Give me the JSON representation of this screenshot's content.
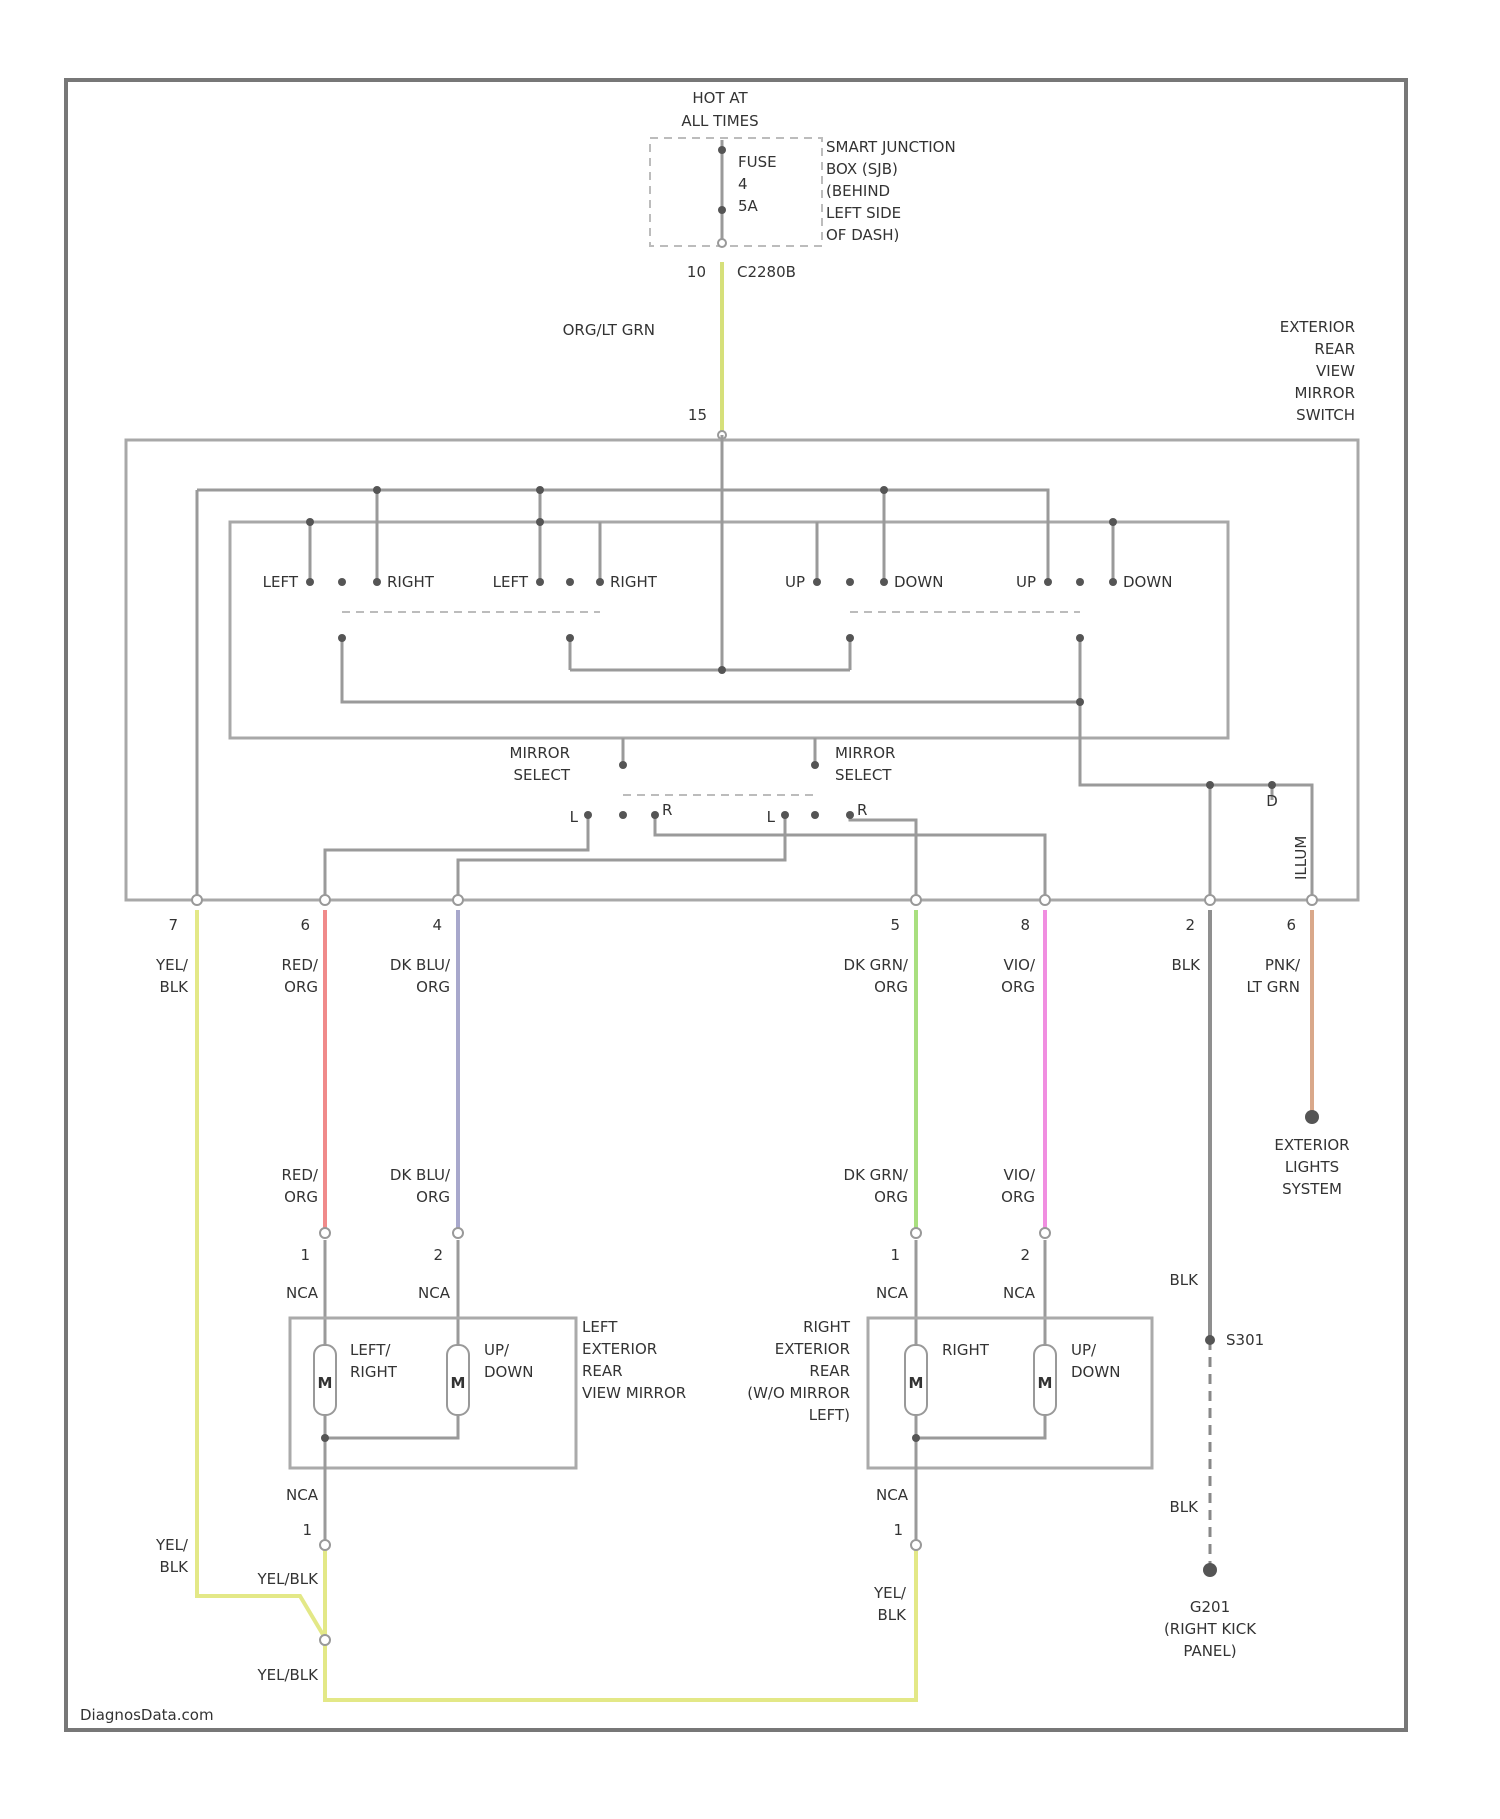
{
  "diagram": {
    "fuse": {
      "hot": [
        "HOT AT",
        "ALL TIMES"
      ],
      "fuse_lines": [
        "FUSE",
        "4",
        "5A"
      ],
      "junction_box": [
        "SMART JUNCTION",
        "BOX (SJB)",
        "(BEHIND",
        "LEFT SIDE",
        "OF DASH)"
      ],
      "pin_out": "10",
      "connector": "C2280B"
    },
    "feed_wire": "ORG/LT GRN",
    "switch": {
      "name_lines": [
        "EXTERIOR",
        "REAR",
        "VIEW",
        "MIRROR",
        "SWITCH"
      ],
      "pin_in": "15",
      "contacts": [
        "LEFT",
        "RIGHT",
        "LEFT",
        "RIGHT",
        "UP",
        "DOWN",
        "UP",
        "DOWN"
      ],
      "mirror_select": [
        "MIRROR",
        "SELECT"
      ],
      "select_positions": [
        "L",
        "R",
        "L",
        "R"
      ],
      "illum": "ILLUM",
      "illum_pin": "D"
    },
    "output_pins": [
      "7",
      "6",
      "4",
      "5",
      "8",
      "2",
      "6"
    ],
    "wires_upper": [
      [
        "YEL/",
        "BLK"
      ],
      [
        "RED/",
        "ORG"
      ],
      [
        "DK BLU/",
        "ORG"
      ],
      [
        "DK GRN/",
        "ORG"
      ],
      [
        "VIO/",
        "ORG"
      ],
      [
        "BLK"
      ],
      [
        "PNK/",
        "LT GRN"
      ]
    ],
    "wires_lower": [
      [
        "RED/",
        "ORG"
      ],
      [
        "DK BLU/",
        "ORG"
      ],
      [
        "DK GRN/",
        "ORG"
      ],
      [
        "VIO/",
        "ORG"
      ]
    ],
    "motor_pins": [
      "1",
      "2",
      "1",
      "2"
    ],
    "nca": "NCA",
    "left_mirror": {
      "name_lines": [
        "LEFT",
        "EXTERIOR",
        "REAR",
        "VIEW MIRROR"
      ],
      "motors": [
        [
          "LEFT/",
          "RIGHT"
        ],
        [
          "UP/",
          "DOWN"
        ]
      ],
      "motor_symbol": "M",
      "return_pin": "1"
    },
    "right_mirror": {
      "name_lines": [
        "RIGHT",
        "EXTERIOR",
        "REAR",
        "(W/O MIRROR",
        "LEFT)"
      ],
      "motors": [
        [
          "RIGHT"
        ],
        [
          "UP/",
          "DOWN"
        ]
      ],
      "motor_symbol": "M",
      "return_pin": "1"
    },
    "ground": {
      "wire": "BLK",
      "splice": "S301",
      "wire2": "BLK",
      "point": [
        "G201",
        "(RIGHT KICK",
        "PANEL)"
      ]
    },
    "exterior_lights": [
      "EXTERIOR",
      "LIGHTS",
      "SYSTEM"
    ],
    "bottom_wires": [
      "YEL/",
      "BLK",
      "YEL/BLK",
      "YEL/BLK",
      "YEL/",
      "BLK"
    ],
    "watermark": "DiagnosData.com",
    "colors": {
      "feed": "#d6e07a",
      "red_org": "#f08a8a",
      "blu_org": "#a8a8cc",
      "grn_org": "#a9df7f",
      "vio_org": "#f08ee0",
      "blk": "#8f8f8f",
      "pnk": "#d9a88a",
      "yel": "#e3e887"
    }
  }
}
